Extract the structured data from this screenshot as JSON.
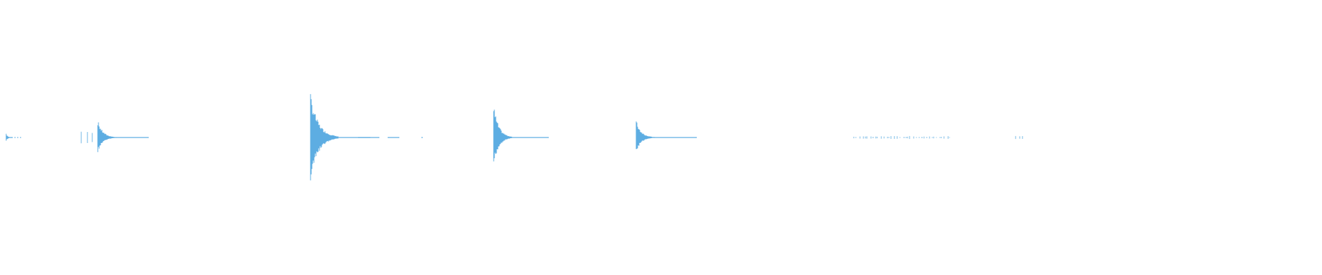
{
  "waveform": {
    "color": "#5DADE2",
    "background": "#FFFFFF",
    "amplitude_range": [
      -1,
      1
    ],
    "bursts": [
      {
        "peak_amplitude": 0.1,
        "decay": "fast",
        "tail": "dotted"
      },
      {
        "peak_amplitude": 0.4,
        "decay": "medium",
        "tail": "solid",
        "pre_hits": 3
      },
      {
        "peak_amplitude": 1.0,
        "decay": "long",
        "tail": "dashed"
      },
      {
        "peak_amplitude": 0.75,
        "decay": "medium",
        "tail": "solid"
      },
      {
        "peak_amplitude": 0.4,
        "decay": "medium",
        "tail": "solid"
      },
      {
        "peak_amplitude": 0.02,
        "decay": "noise",
        "tail": "dotted"
      },
      {
        "peak_amplitude": 0.02,
        "decay": "noise",
        "tail": "dotted"
      }
    ]
  }
}
